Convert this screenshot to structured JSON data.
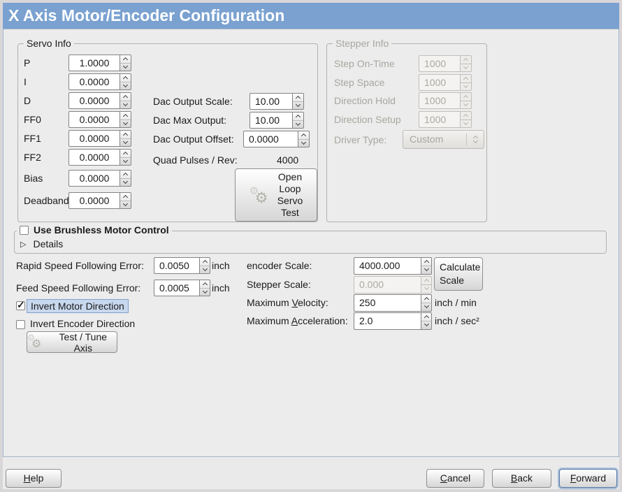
{
  "titlebar": {
    "title": "X Axis Motor/Encoder Configuration"
  },
  "servo": {
    "legend": "Servo Info",
    "rows": [
      {
        "label": "P",
        "value": "1.0000"
      },
      {
        "label": "I",
        "value": "0.0000"
      },
      {
        "label": "D",
        "value": "0.0000"
      },
      {
        "label": "FF0",
        "value": "0.0000"
      },
      {
        "label": "FF1",
        "value": "0.0000"
      },
      {
        "label": "FF2",
        "value": "0.0000"
      },
      {
        "label": "Bias",
        "value": "0.0000"
      },
      {
        "label": "Deadband",
        "value": "0.0000"
      }
    ],
    "dac_rows": [
      {
        "label": "Dac Output Scale:",
        "value": "10.00"
      },
      {
        "label": "Dac Max Output:",
        "value": "10.00"
      },
      {
        "label": "Dac Output Offset:",
        "value": "0.0000"
      }
    ],
    "quad_label": "Quad Pulses / Rev:",
    "quad_value": "4000",
    "open_loop_lines": [
      "Open",
      "Loop",
      "Servo",
      "Test"
    ]
  },
  "stepper": {
    "legend": "Stepper Info",
    "rows": [
      {
        "label": "Step On-Time",
        "value": "1000"
      },
      {
        "label": "Step Space",
        "value": "1000"
      },
      {
        "label": "Direction Hold",
        "value": "1000"
      },
      {
        "label": "Direction Setup",
        "value": "1000"
      }
    ],
    "driver_label": "Driver Type:",
    "driver_value": "Custom"
  },
  "brushless": {
    "title": "Use Brushless Motor Control",
    "details": "Details"
  },
  "errors": {
    "rapid_label": "Rapid Speed Following Error:",
    "rapid_value": "0.0050",
    "rapid_unit": "inch",
    "feed_label": "Feed Speed Following Error:",
    "feed_value": "0.0005",
    "feed_unit": "inch"
  },
  "options": {
    "invert_motor": "Invert Motor Direction",
    "invert_encoder": "Invert Encoder Direction",
    "test_tune": "Test / Tune Axis"
  },
  "scales": {
    "encoder_label": "encoder Scale:",
    "encoder_value": "4000.000",
    "calc_line1": "Calculate",
    "calc_line2": "Scale",
    "stepper_label": "Stepper Scale:",
    "stepper_value": "0.000",
    "velocity_label": "Maximum _Velocity:",
    "velocity_value": "250",
    "velocity_unit": "inch / min",
    "accel_label": "Maximum _Acceleration:",
    "accel_value": "2.0",
    "accel_unit": "inch / sec²"
  },
  "footer": {
    "help": "_Help",
    "cancel": "_Cancel",
    "back": "_Back",
    "forward": "_Forward"
  },
  "colors": {
    "titlebar_bg": "#7aa1d0",
    "focus_bg": "#c8d8ee",
    "content_bg": "#ececec"
  }
}
